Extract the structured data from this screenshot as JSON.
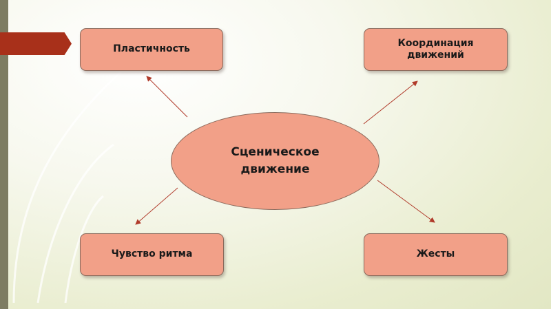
{
  "diagram": {
    "center": "Сценическое движение",
    "nodes": {
      "top_left": "Пластичность",
      "top_right": "Координация движений",
      "bottom_left": "Чувство ритма",
      "bottom_right": "Жесты"
    },
    "colors": {
      "node_fill": "#f2a088",
      "node_border": "#8a6a5c",
      "arrow": "#b03a2a",
      "accent_tab": "#a8301a",
      "side_bar": "#7d7c62"
    }
  }
}
